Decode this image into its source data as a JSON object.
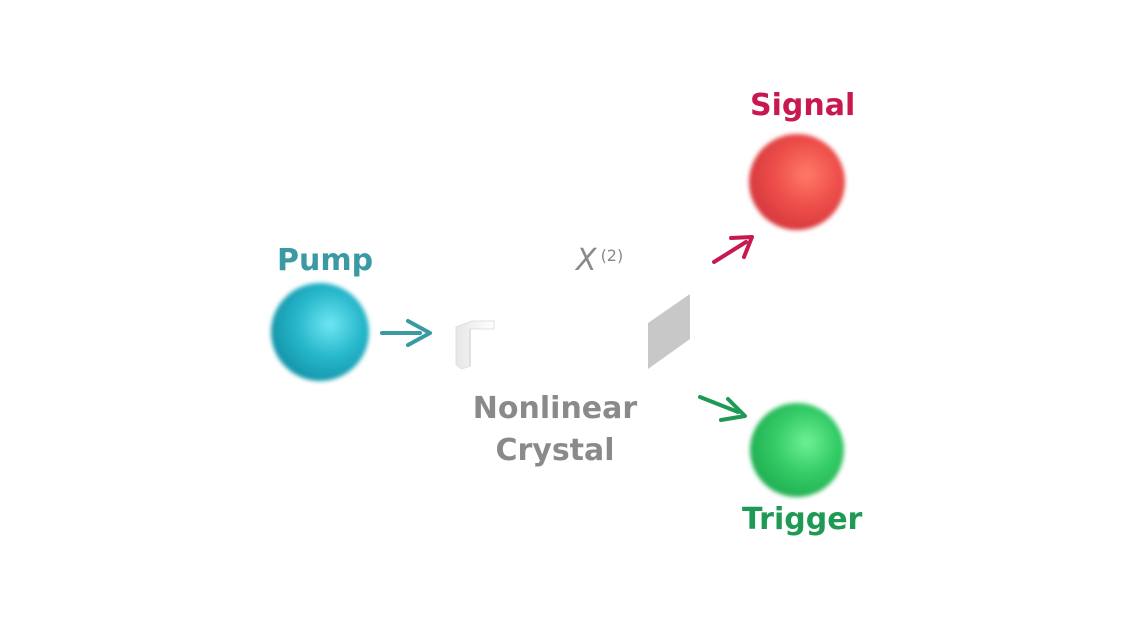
{
  "particles": {
    "pump": {
      "label": "Pump"
    },
    "signal": {
      "label": "Signal"
    },
    "trigger": {
      "label": "Trigger"
    }
  },
  "crystal": {
    "label_line1": "Nonlinear",
    "label_line2": "Crystal",
    "chi_symbol": "X",
    "chi_order": "(2)"
  },
  "colors": {
    "pump": "#3a9aa3",
    "signal": "#c8184f",
    "trigger": "#1e9a55",
    "crystal_text": "#8a8a8a",
    "crystal_face": "#c8c8c8"
  }
}
